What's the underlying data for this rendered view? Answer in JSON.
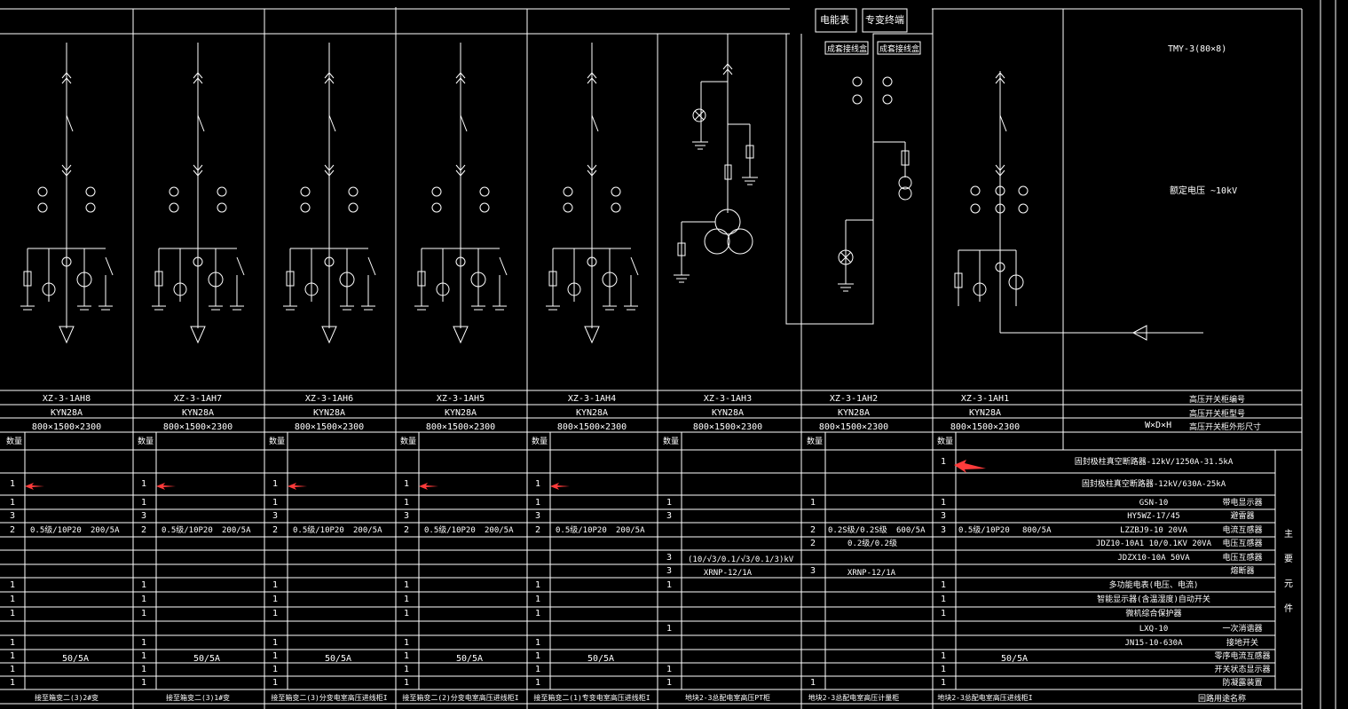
{
  "title_boxes": {
    "meter": "电能表",
    "terminal": "专变终端"
  },
  "sub_boxes": {
    "left": "成套接线盒",
    "right": "成套接线盒"
  },
  "busbar": "TMY-3(80×8)",
  "voltage": "额定电压 ~10kV",
  "col_codes": [
    "XZ-3-1AH8",
    "XZ-3-1AH7",
    "XZ-3-1AH6",
    "XZ-3-1AH5",
    "XZ-3-1AH4",
    "XZ-3-1AH3",
    "XZ-3-1AH2",
    "XZ-3-1AH1"
  ],
  "model": "KYN28A",
  "dims": "800×1500×2300",
  "header_right": [
    "高压开关柜编号",
    "高压开关柜型号"
  ],
  "wdh": "W×D×H",
  "wdh_label": "高压开关柜外形尺寸",
  "qty_label": "数量",
  "right_items": [
    "固封极柱真空断路器-12kV/1250A-31.5kA",
    "固封极柱真空断路器-12kV/630A-25kA",
    "GSN-10",
    "HY5WZ-17/45",
    "LZZBJ9-10  20VA",
    "JDZ10-10A1 10/0.1KV 20VA",
    "JDZX10-10A 50VA",
    "",
    "多功能电表(电压、电流)",
    "智能显示器(含温湿度)自动开关",
    "微机综合保护器",
    "LXQ-10",
    "JN15-10-630A",
    "",
    "",
    ""
  ],
  "right_types": [
    "",
    "",
    "带电显示器",
    "避雷器",
    "电流互感器",
    "电压互感器",
    "电压互感器",
    "熔断器",
    "",
    "",
    "",
    "一次消谐器",
    "接地开关",
    "零序电流互感器",
    "开关状态显示器",
    "防凝露装置"
  ],
  "side_label": [
    "主",
    "要",
    "元",
    "件"
  ],
  "rows": {
    "ct_spec": "0.5级/10P20",
    "ct_ratio": "200/5A",
    "ct2_spec": "0.5级/10P20",
    "ct2_ratio": "800/5A",
    "c2_ct": "0.2S级/0.2S级",
    "c2_ct_ratio": "600/5A",
    "c2_pt": "0.2级/0.2级",
    "pt_ratio": "(10/√3/0.1/√3/0.1/3)kV",
    "fuse": "XRNP-12/1A",
    "zct": "50/5A"
  },
  "bottom": [
    "接至箱变二(3)2#变",
    "接至箱变二(3)1#变",
    "接至箱变二(3)分变电室高压进线柜I",
    "接至箱变二(2)分变电室高压进线柜I",
    "接至箱变二(1)专变电室高压进线柜I",
    "地块2-3总配电室高压PT柜",
    "地块2-3总配电室高压计量柜",
    "地块2-3总配电室高压进线柜I"
  ],
  "bottom_right": "回路用途名称",
  "nums": {
    "one": "1",
    "two": "2",
    "three": "3"
  },
  "colors": {
    "line": "#ffffff",
    "arrow": "#ff3b3b"
  }
}
